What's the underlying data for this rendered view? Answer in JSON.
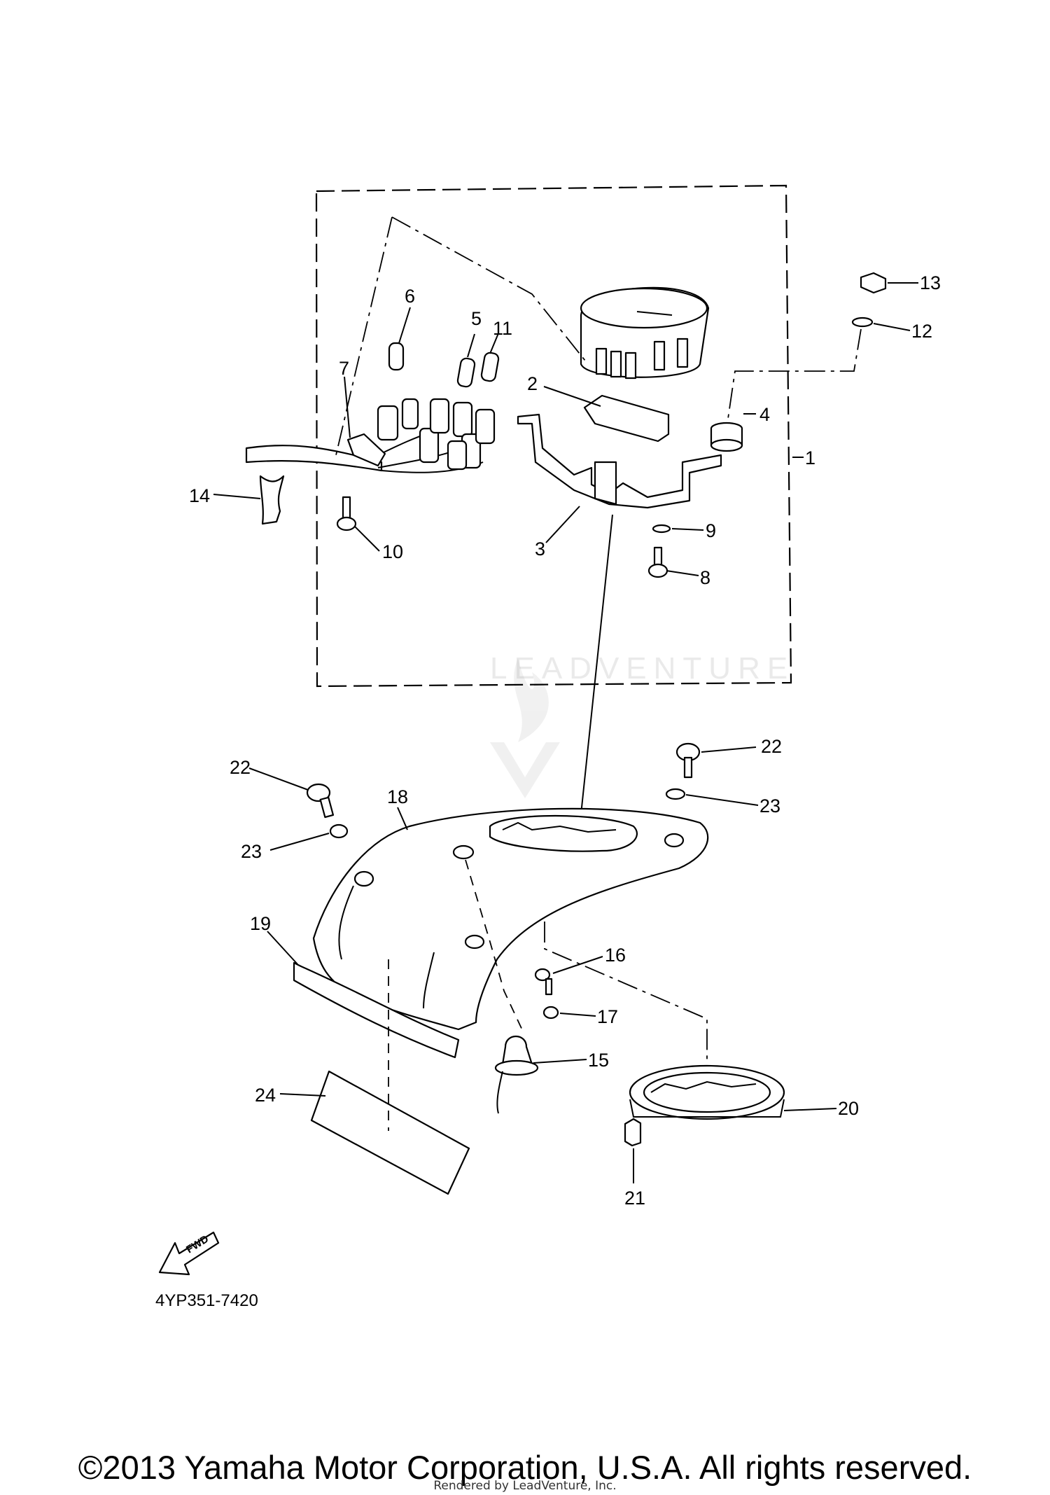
{
  "diagram": {
    "code": "4YP351-7420",
    "fwd_label": "FWD",
    "watermark": "LEADVENTURE",
    "callouts": [
      "1",
      "2",
      "3",
      "4",
      "5",
      "6",
      "7",
      "8",
      "9",
      "10",
      "11",
      "12",
      "13",
      "14",
      "15",
      "16",
      "17",
      "18",
      "19",
      "20",
      "21",
      "22",
      "22",
      "23",
      "23",
      "24"
    ]
  },
  "footer": {
    "copyright": "©2013 Yamaha Motor Corporation, U.S.A. All rights reserved.",
    "rendered_by": "Rendered by LeadVenture, Inc."
  },
  "colors": {
    "line": "#000000",
    "background": "#ffffff",
    "watermark": "#eaeaea"
  }
}
